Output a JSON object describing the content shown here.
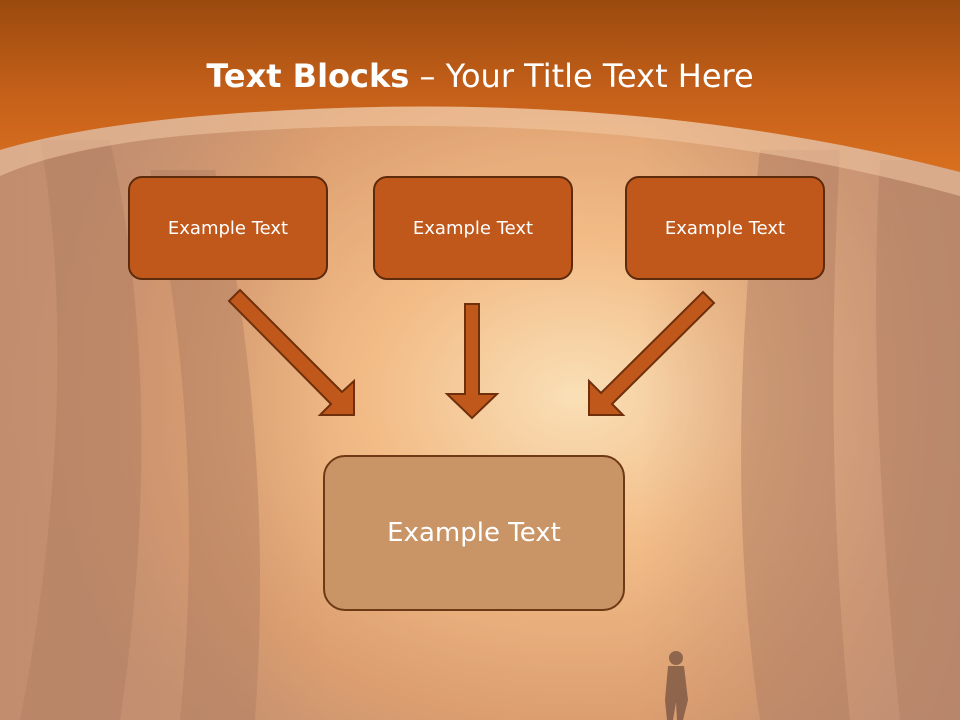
{
  "title": {
    "bold": "Text Blocks",
    "separator": " – ",
    "rest": "Your Title Text Here"
  },
  "blocks": {
    "top_left": "Example Text",
    "top_center": "Example Text",
    "top_right": "Example Text",
    "bottom": "Example Text"
  },
  "colors": {
    "header": "#c85a14",
    "box_fill": "#c0581b",
    "box_border": "#5e2a0d",
    "arrow_fill": "#c0581b",
    "bottom_box_fill": "#c99566"
  }
}
